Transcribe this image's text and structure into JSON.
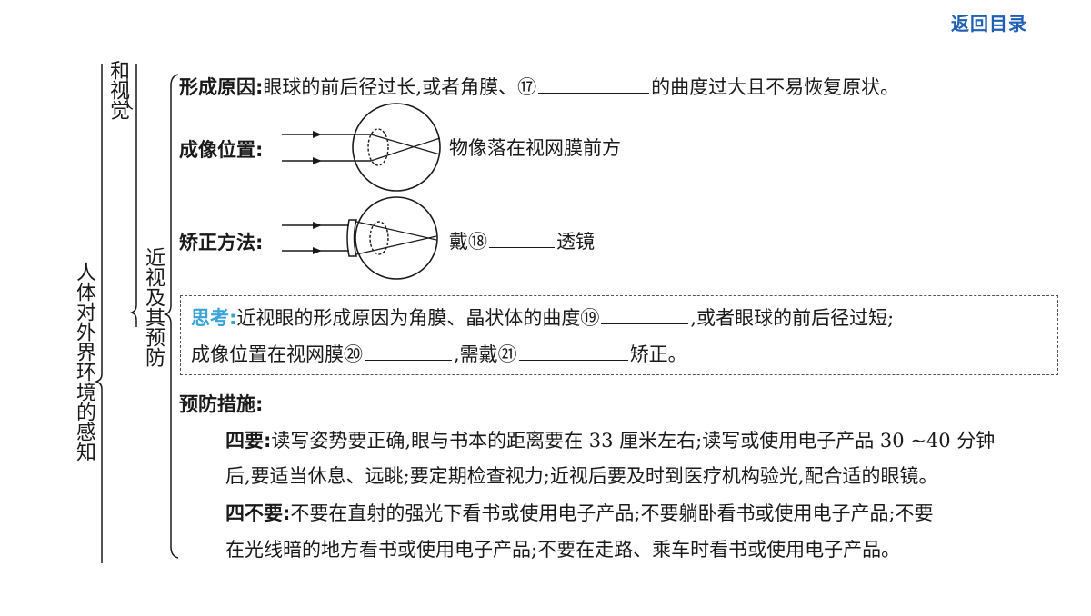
{
  "nav": {
    "back_label": "返回目录"
  },
  "outline": {
    "root_label": "人体对外界环境的感知",
    "parent_label": "和视觉",
    "topic_label": "近视及其预防"
  },
  "cause": {
    "heading": "形成原因:",
    "text_before": "眼球的前后径过长,或者角膜、⑰",
    "text_after": "的曲度过大且不易恢复原状。"
  },
  "image": {
    "heading": "成像位置:",
    "text": "物像落在视网膜前方"
  },
  "correction": {
    "heading": "矫正方法:",
    "text_before": "戴⑱",
    "text_after": "透镜"
  },
  "think": {
    "label": "思考:",
    "line1_before": "近视眼的形成原因为角膜、晶状体的曲度⑲",
    "line1_after": ",或者眼球的前后径过短;",
    "line2_before": "成像位置在视网膜⑳",
    "line2_mid": ",需戴㉑",
    "line2_after": "矫正。"
  },
  "prevention": {
    "heading": "预防措施:",
    "four_musts_label": "四要:",
    "four_musts_line1": "读写姿势要正确,眼与书本的距离要在 33 厘米左右;读写或使用电子产品 30 ~40 分钟",
    "four_musts_line2": "后,要适当休息、远眺;要定期检查视力;近视后要及时到医疗机构验光,配合适的眼镜。",
    "four_donts_label": "四不要:",
    "four_donts_line1": "不要在直射的强光下看书或使用电子产品;不要躺卧看书或使用电子产品;不要",
    "four_donts_line2": "在光线暗的地方看书或使用电子产品;不要在走路、乘车时看书或使用电子产品。"
  },
  "colors": {
    "link": "#1f5fb5",
    "think_label": "#3aa3d8",
    "text": "#1a1a1a"
  }
}
